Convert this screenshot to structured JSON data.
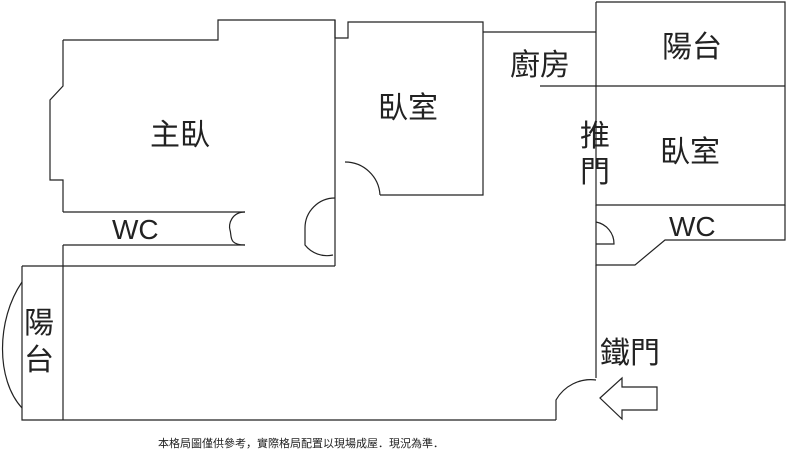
{
  "rooms": {
    "master_bedroom": "主臥",
    "bedroom_center": "臥室",
    "kitchen": "廚房",
    "balcony_top_right": "陽台",
    "bedroom_right": "臥室",
    "sliding_door": "推門",
    "wc_left": "WC",
    "wc_right": "WC",
    "balcony_left": "陽台",
    "iron_door": "鐵門"
  },
  "footer_note": "本格局圖僅供參考，實際格局配置以現場成屋．現況為準．"
}
